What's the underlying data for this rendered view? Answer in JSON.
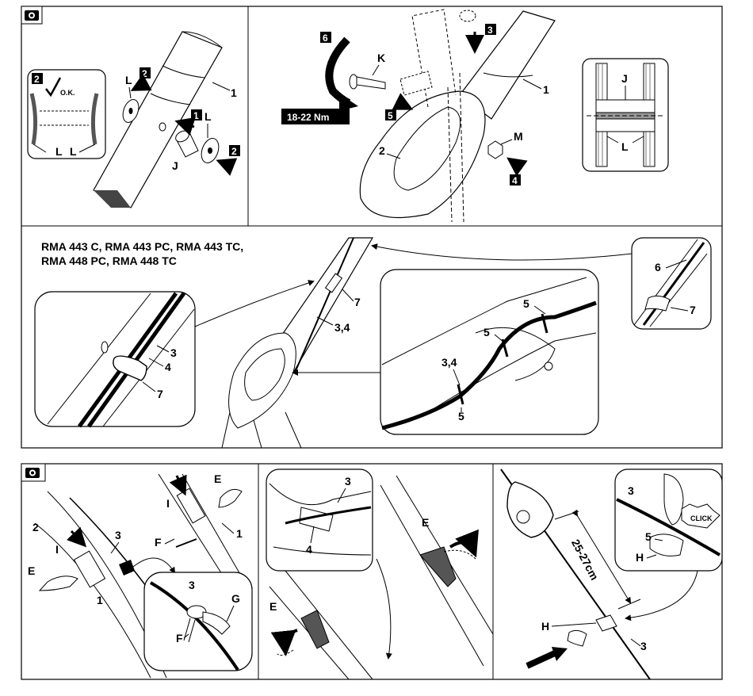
{
  "top": {
    "camera_icon": "camera-icon",
    "panel_a": {
      "ok_badge": "2",
      "ok_text": "O.K.",
      "L1": "L",
      "L2": "L",
      "L3": "L",
      "L4": "L",
      "J": "J",
      "n1": "1",
      "b1": "1",
      "b2a": "2",
      "b2b": "2"
    },
    "panel_b": {
      "b6": "6",
      "K": "K",
      "b3": "3",
      "n1": "1",
      "torque": "18-22 Nm",
      "b5": "5",
      "n2": "2",
      "M": "M",
      "b4": "4",
      "J": "J",
      "L": "L"
    },
    "panel_c": {
      "title_line1": "RMA 443 C, RMA 443 PC, RMA 443 TC,",
      "title_line2": "RMA 448 PC, RMA 448 TC",
      "n7a": "7",
      "n34a": "3,4",
      "n3": "3",
      "n4": "4",
      "n7b": "7",
      "n5a": "5",
      "n5b": "5",
      "n5c": "5",
      "n34b": "3,4",
      "n6": "6",
      "n7c": "7"
    }
  },
  "bottom": {
    "camera_icon": "camera-icon",
    "panel_d": {
      "E1": "E",
      "I1": "I",
      "F": "F",
      "n2": "2",
      "n3": "3",
      "n1a": "1",
      "I2": "I",
      "E2": "E",
      "n1b": "1",
      "n3b": "3",
      "G": "G",
      "F2": "F"
    },
    "panel_e": {
      "n3": "3",
      "n4": "4",
      "E1": "E",
      "E2": "E"
    },
    "panel_f": {
      "n3a": "3",
      "click": "CLICK",
      "n5": "5",
      "H1": "H",
      "dist": "25-27cm",
      "H2": "H",
      "n3b": "3"
    }
  }
}
